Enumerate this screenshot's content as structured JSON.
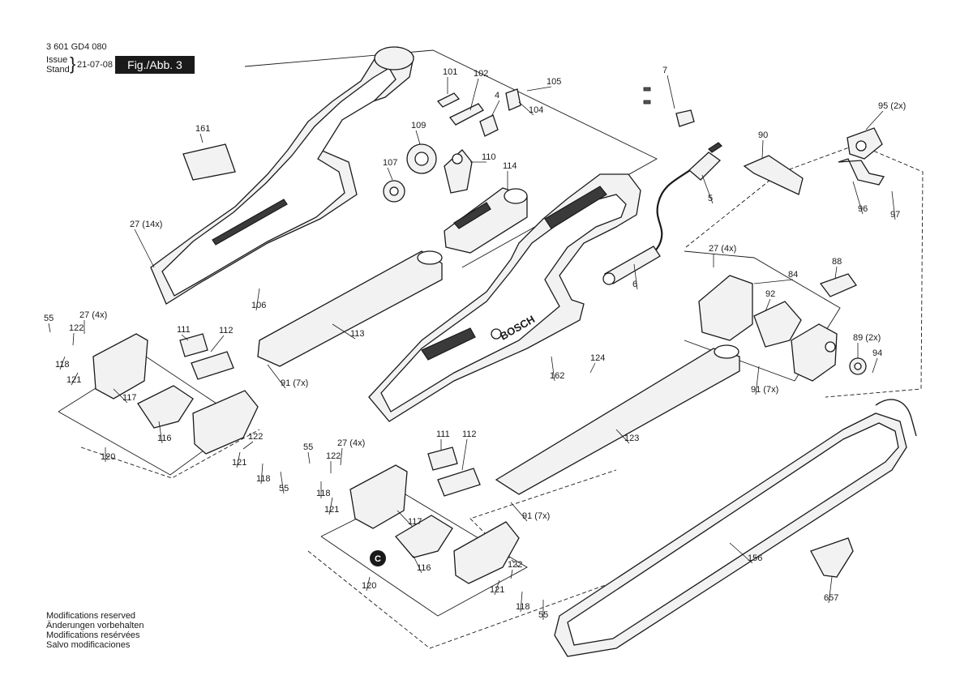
{
  "header": {
    "doc_number": "3 601 GD4 080",
    "issue_label": "Issue",
    "stand_label": "Stand",
    "issue_date": "21-07-08",
    "figure": "Fig./Abb. 3"
  },
  "footer": {
    "lines": [
      "Modifications reserved",
      "Änderungen vorbehalten",
      "Modifications resérvées",
      "Salvo modificaciones"
    ]
  },
  "brand_mark": "BOSCH",
  "c_badge": "C",
  "parts": [
    {
      "id": "p1",
      "label": "161"
    },
    {
      "id": "p2",
      "label": "101"
    },
    {
      "id": "p3",
      "label": "102"
    },
    {
      "id": "p4",
      "label": "105"
    },
    {
      "id": "p5",
      "label": "4"
    },
    {
      "id": "p6",
      "label": "104"
    },
    {
      "id": "p7",
      "label": "7"
    },
    {
      "id": "p8",
      "label": "95 (2x)"
    },
    {
      "id": "p9",
      "label": "109"
    },
    {
      "id": "p10",
      "label": "110"
    },
    {
      "id": "p11",
      "label": "107"
    },
    {
      "id": "p12",
      "label": "114"
    },
    {
      "id": "p13",
      "label": "90"
    },
    {
      "id": "p14",
      "label": "5"
    },
    {
      "id": "p15",
      "label": "96"
    },
    {
      "id": "p16",
      "label": "97"
    },
    {
      "id": "p17",
      "label": "27 (14x)"
    },
    {
      "id": "p18",
      "label": "27 (4x)"
    },
    {
      "id": "p19",
      "label": "6"
    },
    {
      "id": "p20",
      "label": "88"
    },
    {
      "id": "p21",
      "label": "84"
    },
    {
      "id": "p22",
      "label": "106"
    },
    {
      "id": "p23",
      "label": "92"
    },
    {
      "id": "p24",
      "label": "55"
    },
    {
      "id": "p25",
      "label": "27 (4x)"
    },
    {
      "id": "p26",
      "label": "122"
    },
    {
      "id": "p27",
      "label": "111"
    },
    {
      "id": "p28",
      "label": "112"
    },
    {
      "id": "p29",
      "label": "113"
    },
    {
      "id": "p30",
      "label": "89 (2x)"
    },
    {
      "id": "p31",
      "label": "94"
    },
    {
      "id": "p32",
      "label": "118"
    },
    {
      "id": "p33",
      "label": "121"
    },
    {
      "id": "p34",
      "label": "91 (7x)"
    },
    {
      "id": "p35",
      "label": "162"
    },
    {
      "id": "p36",
      "label": "124"
    },
    {
      "id": "p37",
      "label": "91 (7x)"
    },
    {
      "id": "p38",
      "label": "117"
    },
    {
      "id": "p39",
      "label": "116"
    },
    {
      "id": "p40",
      "label": "122"
    },
    {
      "id": "p41",
      "label": "120"
    },
    {
      "id": "p42",
      "label": "121"
    },
    {
      "id": "p43",
      "label": "118"
    },
    {
      "id": "p44",
      "label": "55"
    },
    {
      "id": "p45",
      "label": "55"
    },
    {
      "id": "p46",
      "label": "27 (4x)"
    },
    {
      "id": "p47",
      "label": "111"
    },
    {
      "id": "p48",
      "label": "112"
    },
    {
      "id": "p49",
      "label": "123"
    },
    {
      "id": "p50",
      "label": "122"
    },
    {
      "id": "p51",
      "label": "118"
    },
    {
      "id": "p52",
      "label": "121"
    },
    {
      "id": "p53",
      "label": "117"
    },
    {
      "id": "p54",
      "label": "91 (7x)"
    },
    {
      "id": "p55",
      "label": "156"
    },
    {
      "id": "p56",
      "label": "116"
    },
    {
      "id": "p57",
      "label": "120"
    },
    {
      "id": "p58",
      "label": "122"
    },
    {
      "id": "p59",
      "label": "121"
    },
    {
      "id": "p60",
      "label": "118"
    },
    {
      "id": "p61",
      "label": "55"
    },
    {
      "id": "p62",
      "label": "657"
    }
  ]
}
